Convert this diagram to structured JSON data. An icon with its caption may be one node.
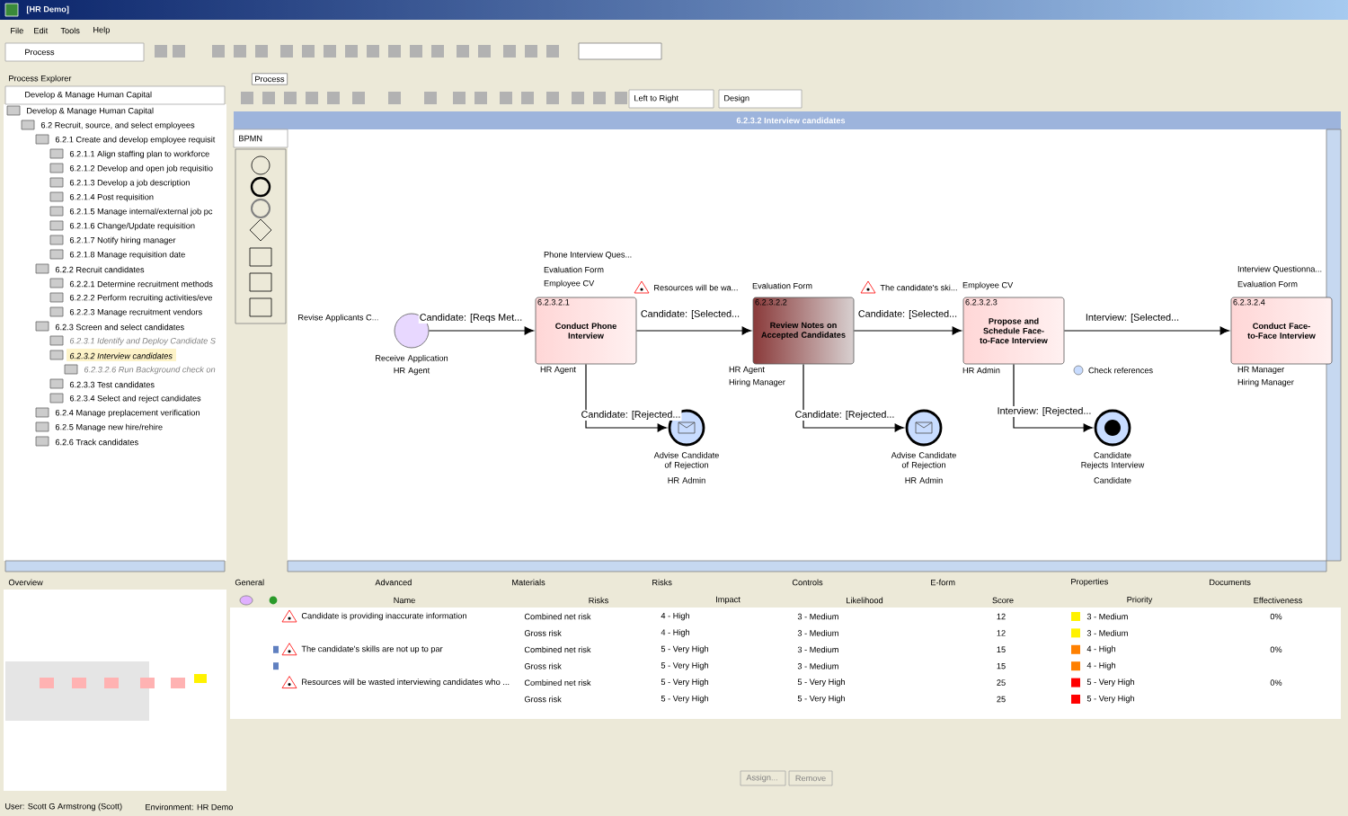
{
  "diagram": {
    "title": "[HR Demo]",
    "nodes": [
      {
        "text": [],
        "shape": "circle",
        "beside": [
          "Receive Application",
          "HR Agent"
        ]
      },
      {
        "text": [
          "6.2.3.2.1",
          "Conduct Phone Interview"
        ],
        "beside": [
          "Phone Interview Ques...",
          "Evaluation Form",
          "Employee CV",
          "HR Agent"
        ]
      },
      {
        "text": [],
        "shape": "circle",
        "beside": [
          "Advise Candidate of Rejection",
          "HR Admin"
        ]
      },
      {
        "text": [
          "6.2.3.2.2",
          "Review Notes on Accepted Candidates"
        ],
        "beside": [
          "Evaluation Form",
          "HR Agent",
          "Hiring Manager"
        ]
      },
      {
        "text": [],
        "shape": "circle",
        "beside": [
          "Advise Candidate of Rejection",
          "HR Admin"
        ]
      },
      {
        "text": [
          "6.2.3.2.3",
          "Propose and Schedule Face-to-Face Interview"
        ],
        "beside": [
          "Employee CV",
          "HR Admin",
          "Check references"
        ]
      },
      {
        "text": [],
        "shape": "circle",
        "beside": [
          "Candidate Rejects Interview",
          "Candidate"
        ]
      },
      {
        "text": [
          "6.2.3.2.4",
          "Conduct Face-to-Face Interview"
        ],
        "beside": [
          "Interview Questionna...",
          "Evaluation Form",
          "HR Manager",
          "Hiring Manager"
        ]
      }
    ],
    "edges": [
      {
        "from": 0,
        "to": 1,
        "arrow": "to",
        "label": "Candidate: [Reqs Met..."
      },
      {
        "from": 1,
        "to": 3,
        "arrow": "to",
        "label": "Candidate: [Selected..."
      },
      {
        "from": 1,
        "to": 2,
        "arrow": "to",
        "label": "Candidate: [Rejected..."
      },
      {
        "from": 3,
        "to": 5,
        "arrow": "to",
        "label": "Candidate: [Selected..."
      },
      {
        "from": 3,
        "to": 4,
        "arrow": "to",
        "label": "Candidate: [Rejected..."
      },
      {
        "from": 5,
        "to": 7,
        "arrow": "to",
        "label": "Interview: [Selected..."
      },
      {
        "from": 5,
        "to": 6,
        "arrow": "to",
        "label": "Interview: [Rejected..."
      }
    ],
    "labels": [
      "File",
      "Edit",
      "Tools",
      "Help",
      "Process",
      "Process Explorer",
      "Develop & Manage Human Capital",
      "Develop & Manage Human Capital",
      "6.2 Recruit, source, and select employees",
      "6.2.1 Create and develop employee requisit",
      "6.2.1.1 Align staffing plan to workforce",
      "6.2.1.2 Develop and open job requisitio",
      "6.2.1.3 Develop a job description",
      "6.2.1.4 Post requisition",
      "6.2.1.5 Manage internal/external job pc",
      "6.2.1.6 Change/Update requisition",
      "6.2.1.7 Notify hiring manager",
      "6.2.1.8 Manage requisition date",
      "6.2.2 Recruit candidates",
      "6.2.2.1 Determine recruitment methods",
      "6.2.2.2 Perform recruiting activities/eve",
      "6.2.2.3 Manage recruitment vendors",
      "6.2.3 Screen and select candidates",
      "6.2.3.1 Identify and Deploy Candidate S",
      "6.2.3.2 Interview candidates",
      "6.2.3.2.6 Run Background check on",
      "6.2.3.3 Test candidates",
      "6.2.3.4 Select and reject candidates",
      "6.2.4 Manage preplacement verification",
      "6.2.5 Manage new hire/rehire",
      "6.2.6 Track candidates",
      "Process",
      "Left to Right",
      "Design",
      "6.2.3.2 Interview candidates",
      "BPMN",
      "Revise Applicants C...",
      "Resources will be wa...",
      "The candidate's ski...",
      "Overview",
      "General",
      "Advanced",
      "Materials",
      "Risks",
      "Controls",
      "E-form",
      "Properties",
      "Documents",
      "Name",
      "Risks",
      "Impact",
      "Likelihood",
      "Score",
      "Priority",
      "Effectiveness",
      "Candidate is providing inaccurate information",
      "Combined net risk",
      "4 - High",
      "3 - Medium",
      "12",
      "3 - Medium",
      "0%",
      "Gross risk",
      "4 - High",
      "3 - Medium",
      "12",
      "3 - Medium",
      "The candidate's skills are not up to par",
      "Combined net risk",
      "5 - Very High",
      "3 - Medium",
      "15",
      "4 - High",
      "0%",
      "Gross risk",
      "5 - Very High",
      "3 - Medium",
      "15",
      "4 - High",
      "Resources will be wasted interviewing candidates who ...",
      "Combined net risk",
      "5 - Very High",
      "5 - Very High",
      "25",
      "5 - Very High",
      "0%",
      "Gross risk",
      "5 - Very High",
      "5 - Very High",
      "25",
      "5 - Very High",
      "Assign...",
      "Remove",
      "User: Scott G Armstrong (Scott)",
      "Environment: HR Demo"
    ]
  }
}
